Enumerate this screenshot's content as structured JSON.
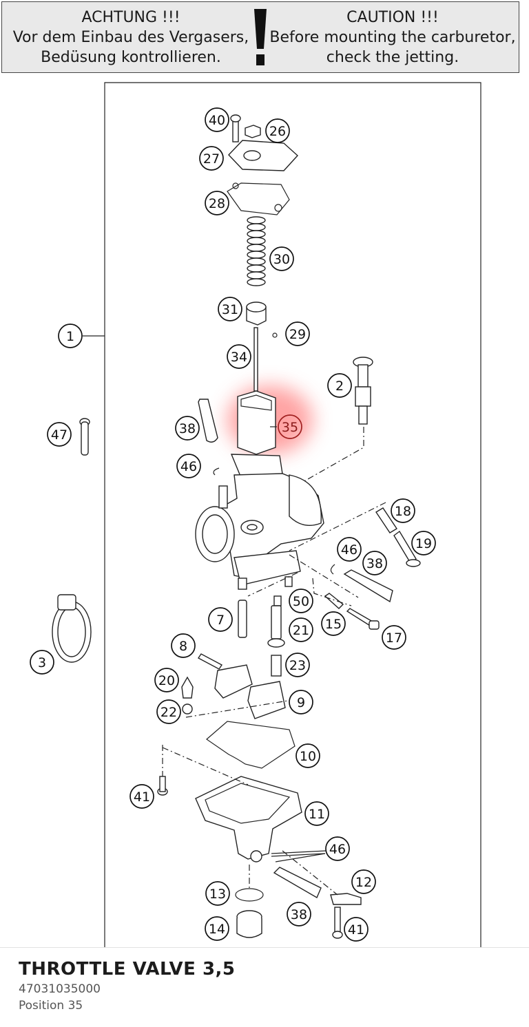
{
  "warning": {
    "de_title": "ACHTUNG !!!",
    "de_line1": "Vor dem Einbau des Vergasers,",
    "de_line2": "Bedüsung kontrollieren.",
    "en_title": "CAUTION !!!",
    "en_line1": "Before mounting the carburetor,",
    "en_line2": "check the jetting."
  },
  "callouts": [
    {
      "id": "c40",
      "label": "40"
    },
    {
      "id": "c26",
      "label": "26"
    },
    {
      "id": "c27",
      "label": "27"
    },
    {
      "id": "c28",
      "label": "28"
    },
    {
      "id": "c30",
      "label": "30"
    },
    {
      "id": "c31",
      "label": "31"
    },
    {
      "id": "c29",
      "label": "29"
    },
    {
      "id": "c1",
      "label": "1"
    },
    {
      "id": "c34",
      "label": "34"
    },
    {
      "id": "c2",
      "label": "2"
    },
    {
      "id": "c47",
      "label": "47"
    },
    {
      "id": "c38a",
      "label": "38"
    },
    {
      "id": "c35",
      "label": "35"
    },
    {
      "id": "c46a",
      "label": "46"
    },
    {
      "id": "c18",
      "label": "18"
    },
    {
      "id": "c19",
      "label": "19"
    },
    {
      "id": "c46b",
      "label": "46"
    },
    {
      "id": "c38b",
      "label": "38"
    },
    {
      "id": "c50",
      "label": "50"
    },
    {
      "id": "c7",
      "label": "7"
    },
    {
      "id": "c15",
      "label": "15"
    },
    {
      "id": "c21",
      "label": "21"
    },
    {
      "id": "c17",
      "label": "17"
    },
    {
      "id": "c8",
      "label": "8"
    },
    {
      "id": "c3",
      "label": "3"
    },
    {
      "id": "c23",
      "label": "23"
    },
    {
      "id": "c20",
      "label": "20"
    },
    {
      "id": "c9",
      "label": "9"
    },
    {
      "id": "c22",
      "label": "22"
    },
    {
      "id": "c10",
      "label": "10"
    },
    {
      "id": "c41a",
      "label": "41"
    },
    {
      "id": "c11",
      "label": "11"
    },
    {
      "id": "c46c",
      "label": "46"
    },
    {
      "id": "c12",
      "label": "12"
    },
    {
      "id": "c13",
      "label": "13"
    },
    {
      "id": "c38c",
      "label": "38"
    },
    {
      "id": "c14",
      "label": "14"
    },
    {
      "id": "c41b",
      "label": "41"
    }
  ],
  "highlight": {
    "callout": "35",
    "color": "#ff5a5a"
  },
  "part": {
    "title": "THROTTLE VALVE 3,5",
    "number": "47031035000",
    "position": "Position 35"
  }
}
